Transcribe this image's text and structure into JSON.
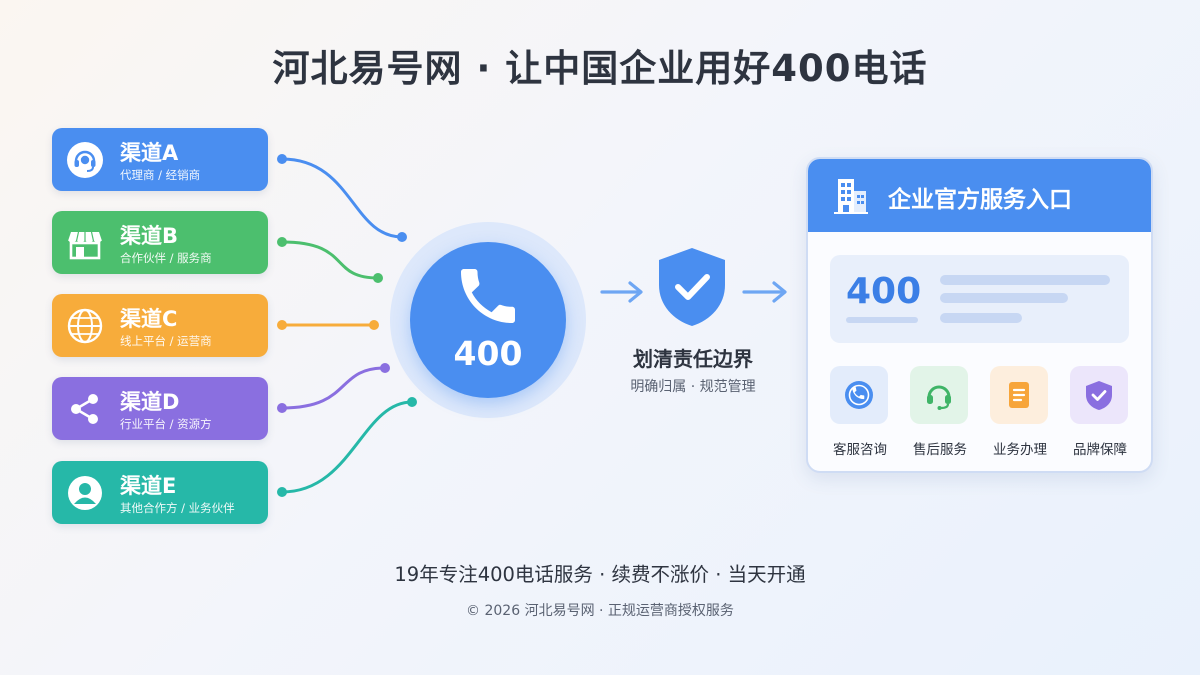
{
  "title": "河北易号网 · 让中国企业用好400电话",
  "channels": [
    {
      "name": "渠道A",
      "desc": "代理商 / 经销商",
      "icon": "headset-icon",
      "color": "#4a8ef0"
    },
    {
      "name": "渠道B",
      "desc": "合作伙伴 / 服务商",
      "icon": "storefront-icon",
      "color": "#4cbf6e"
    },
    {
      "name": "渠道C",
      "desc": "线上平台 / 运营商",
      "icon": "globe-icon",
      "color": "#f7ac3b"
    },
    {
      "name": "渠道D",
      "desc": "行业平台 / 资源方",
      "icon": "share-icon",
      "color": "#8a6fe0"
    },
    {
      "name": "渠道E",
      "desc": "其他合作方 / 业务伙伴",
      "icon": "user-icon",
      "color": "#26b8a8"
    }
  ],
  "hub": {
    "label": "400",
    "icon": "phone-icon",
    "color": "#4a8ef0"
  },
  "middle": {
    "title": "划清责任边界",
    "subtitle": "明确归属 · 规范管理",
    "icon": "shield-check-icon"
  },
  "panel": {
    "title": "企业官方服务入口",
    "icon": "building-icon",
    "number": "400",
    "services": [
      {
        "label": "客服咨询",
        "icon": "support-phone-icon",
        "bg": "#e3ecfb",
        "fg": "#4a8ef0"
      },
      {
        "label": "售后服务",
        "icon": "headset-icon",
        "bg": "#e2f4e8",
        "fg": "#3fb467"
      },
      {
        "label": "业务办理",
        "icon": "document-icon",
        "bg": "#fdeedd",
        "fg": "#f7a53a"
      },
      {
        "label": "品牌保障",
        "icon": "shield-check-icon",
        "bg": "#ece6fb",
        "fg": "#8a6fe0"
      }
    ]
  },
  "footer": {
    "main": "19年专注400电话服务 · 续费不涨价 · 当天开通",
    "sub": "© 2026 河北易号网 · 正规运营商授权服务"
  }
}
